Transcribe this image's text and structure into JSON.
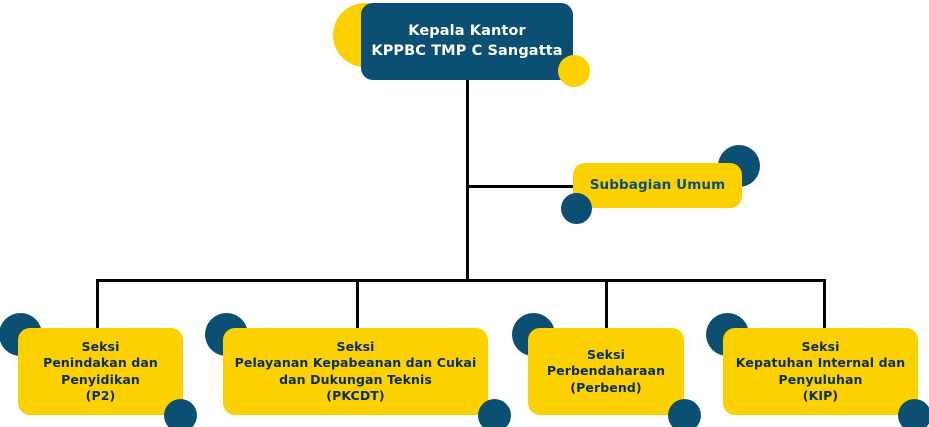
{
  "diagram": {
    "type": "organizational-chart",
    "colors": {
      "navy": "#0B4F73",
      "yellow": "#FDD000",
      "line": "#000000",
      "text_on_navy": "#FFFFFF",
      "text_on_yellow": "#0B2F45"
    },
    "nodes": {
      "head": {
        "label": "Kepala Kantor\nKPPBC TMP C Sangatta",
        "line1": "Kepala Kantor",
        "line2": "KPPBC TMP C Sangatta"
      },
      "subbagian": {
        "label": "Subbagian Umum"
      },
      "sections": [
        {
          "id": "p2",
          "label": "Seksi\nPenindakan dan\nPenyidikan\n(P2)",
          "title": "Seksi",
          "name": "Penindakan dan Penyidikan",
          "abbr": "(P2)"
        },
        {
          "id": "pkcdt",
          "label": "Seksi\nPelayanan Kepabeanan dan Cukai\ndan Dukungan Teknis\n(PKCDT)",
          "title": "Seksi",
          "name": "Pelayanan Kepabeanan dan Cukai dan Dukungan Teknis",
          "abbr": "(PKCDT)"
        },
        {
          "id": "perbend",
          "label": "Seksi\nPerbendaharaan\n(Perbend)",
          "title": "Seksi",
          "name": "Perbendaharaan",
          "abbr": "(Perbend)"
        },
        {
          "id": "kip",
          "label": "Seksi\nKepatuhan Internal dan\nPenyuluhan\n(KIP)",
          "title": "Seksi",
          "name": "Kepatuhan Internal dan Penyuluhan",
          "abbr": "(KIP)"
        }
      ]
    }
  }
}
